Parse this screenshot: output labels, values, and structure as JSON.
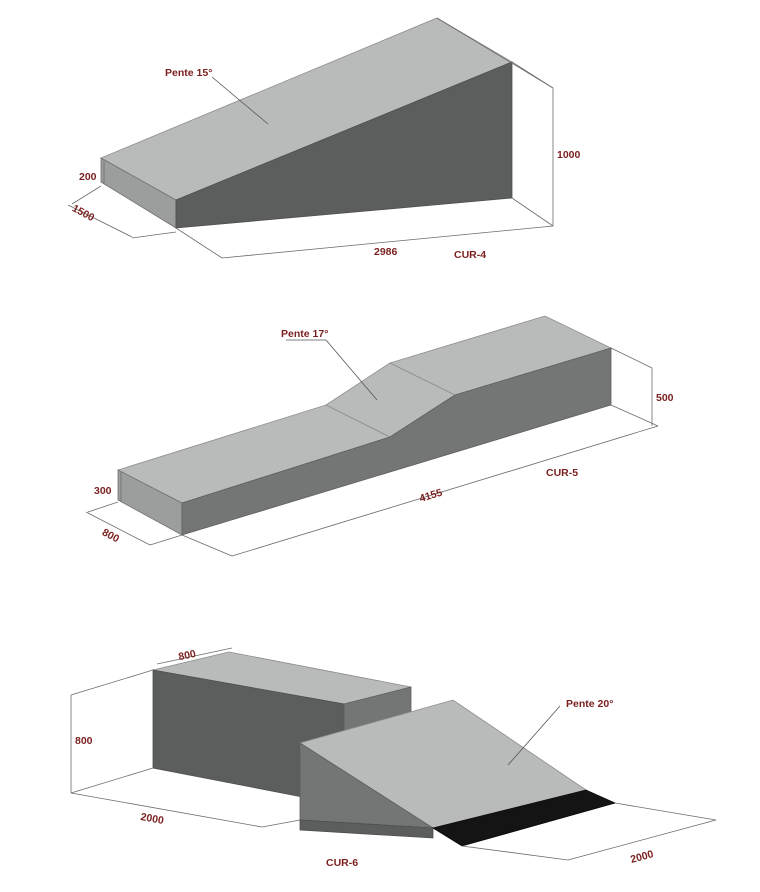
{
  "cur4": {
    "name": "CUR-4",
    "slope": "Pente 15°",
    "height_front": "200",
    "width": "1500",
    "length": "2986",
    "height_back": "1000"
  },
  "cur5": {
    "name": "CUR-5",
    "slope": "Pente 17°",
    "height_front": "300",
    "width": "800",
    "length": "4155",
    "height_back": "500"
  },
  "cur6": {
    "name": "CUR-6",
    "slope": "Pente 20°",
    "block_width": "800",
    "block_height": "800",
    "block_length": "2000",
    "ramp_length": "2000"
  },
  "colors": {
    "label": "#7a1f1f",
    "top_face": "#b9baba",
    "side_face": "#747676",
    "dark_face": "#5c5e5e",
    "strip": "#141414"
  }
}
